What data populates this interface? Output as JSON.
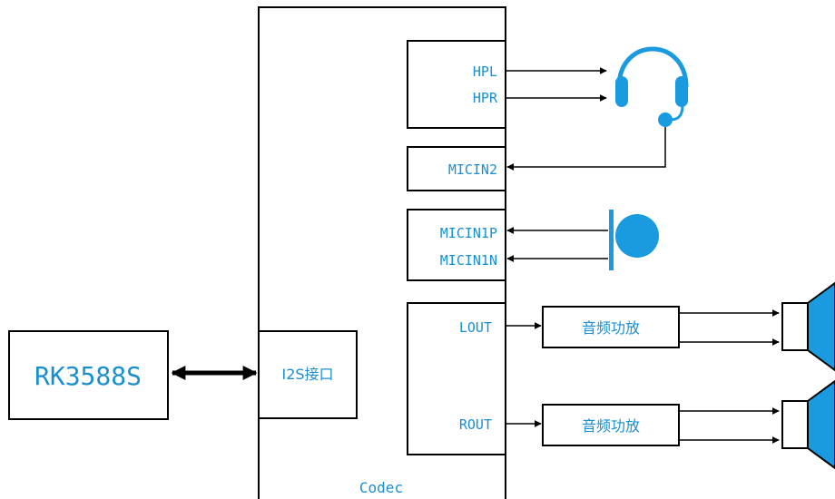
{
  "colors": {
    "stroke": "#000000",
    "text": "#1a8fd0",
    "accent": "#1a9be0",
    "background": "#ffffff"
  },
  "blocks": {
    "soc": "RK3588S",
    "i2s": "I2S接口",
    "codec": "Codec"
  },
  "pins": {
    "hpl": "HPL",
    "hpr": "HPR",
    "micin2": "MICIN2",
    "micin1p": "MICIN1P",
    "micin1n": "MICIN1N",
    "lout": "LOUT",
    "rout": "ROUT"
  },
  "amplifiers": {
    "left": "音频功放",
    "right": "音频功放"
  },
  "icons": {
    "headset": "headset-icon",
    "microphone": "microphone-icon",
    "speaker_left": "speaker-icon",
    "speaker_right": "speaker-icon"
  }
}
